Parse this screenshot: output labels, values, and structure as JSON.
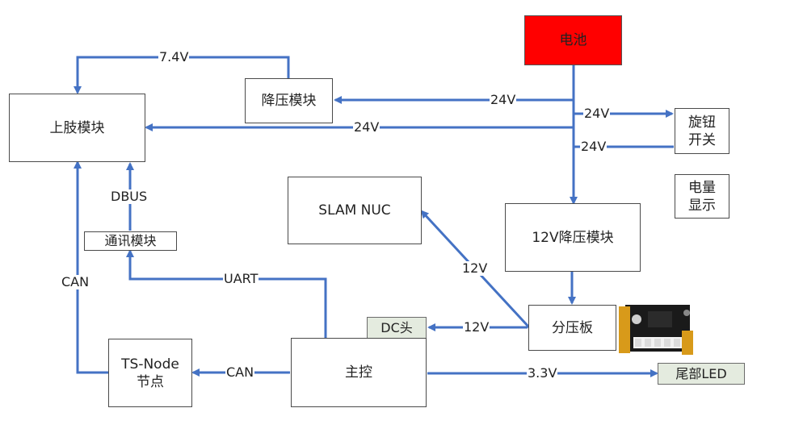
{
  "blocks": {
    "battery": "电池",
    "upper_limb": "上肢模块",
    "buck_module": "降压模块",
    "rotary_switch": [
      "旋钮",
      "开关"
    ],
    "battery_display": [
      "电量",
      "显示"
    ],
    "slam_nuc": "SLAM NUC",
    "buck_12v": "12V降压模块",
    "comm_module": "通讯模块",
    "power_divider": "分压板",
    "dc_jack": "DC头",
    "main_controller": "主控",
    "ts_node": [
      "TS-Node",
      "节点"
    ],
    "tail_led": "尾部LED"
  },
  "labels": {
    "v7_4": "7.4V",
    "v24_buck": "24V",
    "v24_upper": "24V",
    "v24_switch": "24V",
    "v24_display": "24V",
    "dbus": "DBUS",
    "can_left": "CAN",
    "uart": "UART",
    "v12_nuc": "12V",
    "v12_dc": "12V",
    "can_node": "CAN",
    "v3_3": "3.3V"
  },
  "colors": {
    "wire": "#4472c4",
    "battery_fill": "#ff0000",
    "tag_fill": "#e4ebdf"
  }
}
